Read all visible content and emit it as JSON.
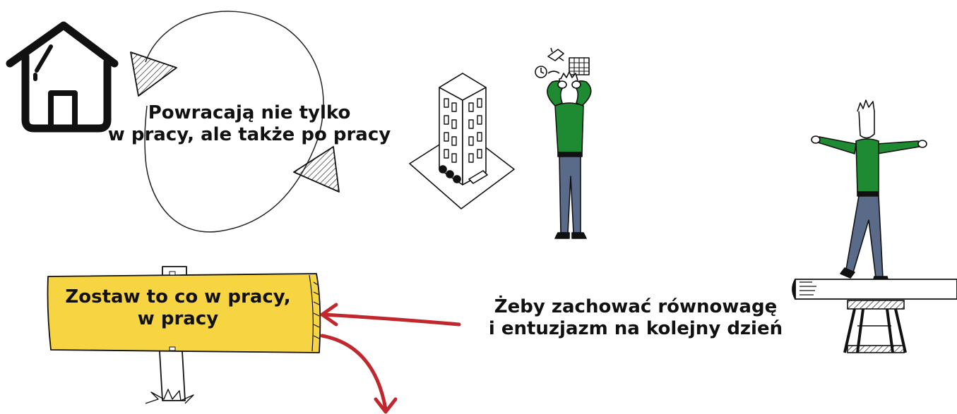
{
  "captions": {
    "recurring_line1": "Powracają nie tylko",
    "recurring_line2": "w pracy, ale także po pracy",
    "sign_line1": "Zostaw to co w pracy,",
    "sign_line2": "w pracy",
    "balance_line1": "Żeby zachować równowagę",
    "balance_line2": "i entuzjazm na kolejny dzień"
  },
  "colors": {
    "sign_fill": "#f7d442",
    "arrow_red": "#c0282d",
    "shirt_green": "#1e8a32",
    "pants_blue": "#5a6b8a",
    "ink": "#111111"
  },
  "icons": {
    "house": "house-icon",
    "cycle": "cycle-arrows-icon",
    "building": "office-building-icon",
    "stressed_person": "stressed-person-icon",
    "balancing_person": "balancing-person-icon",
    "sign": "wooden-sign-icon",
    "arrow_to_sign": "arrow-left-icon",
    "arrow_down": "arrow-down-icon",
    "plank": "plank-icon",
    "trestle": "sawhorse-icon"
  }
}
